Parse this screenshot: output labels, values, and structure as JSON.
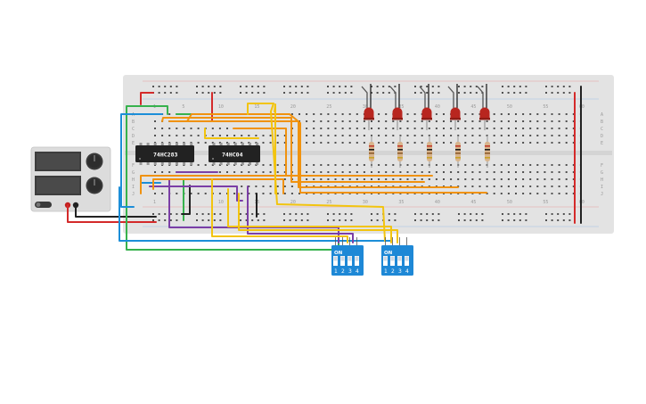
{
  "breadboard": {
    "column_numbers": [
      "1",
      "5",
      "10",
      "15",
      "20",
      "25",
      "30",
      "35",
      "40",
      "45",
      "50",
      "55",
      "60"
    ],
    "row_letters_top": [
      "A",
      "B",
      "C",
      "D",
      "E"
    ],
    "row_letters_bottom": [
      "F",
      "G",
      "H",
      "I",
      "J"
    ]
  },
  "chips": [
    {
      "label": "74HC283"
    },
    {
      "label": "74HC04"
    }
  ],
  "dip_switches": [
    {
      "on_label": "ON",
      "positions": [
        "1",
        "2",
        "3",
        "4"
      ]
    },
    {
      "on_label": "ON",
      "positions": [
        "1",
        "2",
        "3",
        "4"
      ]
    }
  ],
  "power_supply": {
    "display_1": "",
    "display_2": ""
  },
  "colors": {
    "red": "#d42a2a",
    "black": "#222222",
    "green": "#37b24d",
    "blue": "#1c8ed8",
    "orange": "#f0920f",
    "yellow": "#f2c40f",
    "purple": "#7b3fa6",
    "led": "#b8261f",
    "chip": "#222222",
    "dip": "#1e88d6",
    "breadboard": "#e3e3e3"
  },
  "led_count": 5,
  "resistor_count": 5
}
